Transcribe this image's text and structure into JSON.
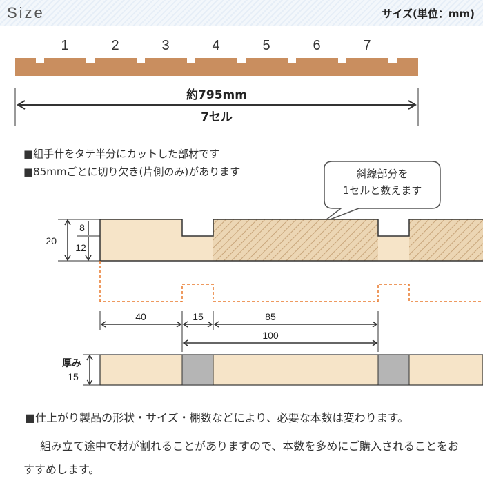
{
  "header": {
    "title": "Size",
    "unit": "サイズ(単位：mm)"
  },
  "board": {
    "cell_numbers": [
      "1",
      "2",
      "3",
      "4",
      "5",
      "6",
      "7"
    ],
    "length_label": "約795mm",
    "cells_label": "7セル",
    "color": "#c98e5f"
  },
  "notes": [
    "■組手什をタテ半分にカットした部材です",
    "■85mmごとに切り欠き(片側のみ)があります"
  ],
  "bubble": {
    "line1": "斜線部分を",
    "line2": "1セルと数えます"
  },
  "dimensions": {
    "height_total": "20",
    "notch_depth": "8",
    "remaining_height": "12",
    "left_offset": "40",
    "notch_width": "15",
    "gap": "85",
    "pitch": "100",
    "thickness_label": "厚み",
    "thickness": "15"
  },
  "footer": {
    "line1": "■仕上がり製品の形状・サイズ・棚数などにより、必要な本数は変わります。",
    "line2": "組み立て途中で材が割れることがありますので、本数を多めにご購入されることをおすすめします。"
  },
  "colors": {
    "wood_light": "#f6e4c8",
    "hatch": "#d9b88a",
    "notch_dash": "#e8792b",
    "gray_block": "#b5b5b5",
    "line": "#333333"
  }
}
